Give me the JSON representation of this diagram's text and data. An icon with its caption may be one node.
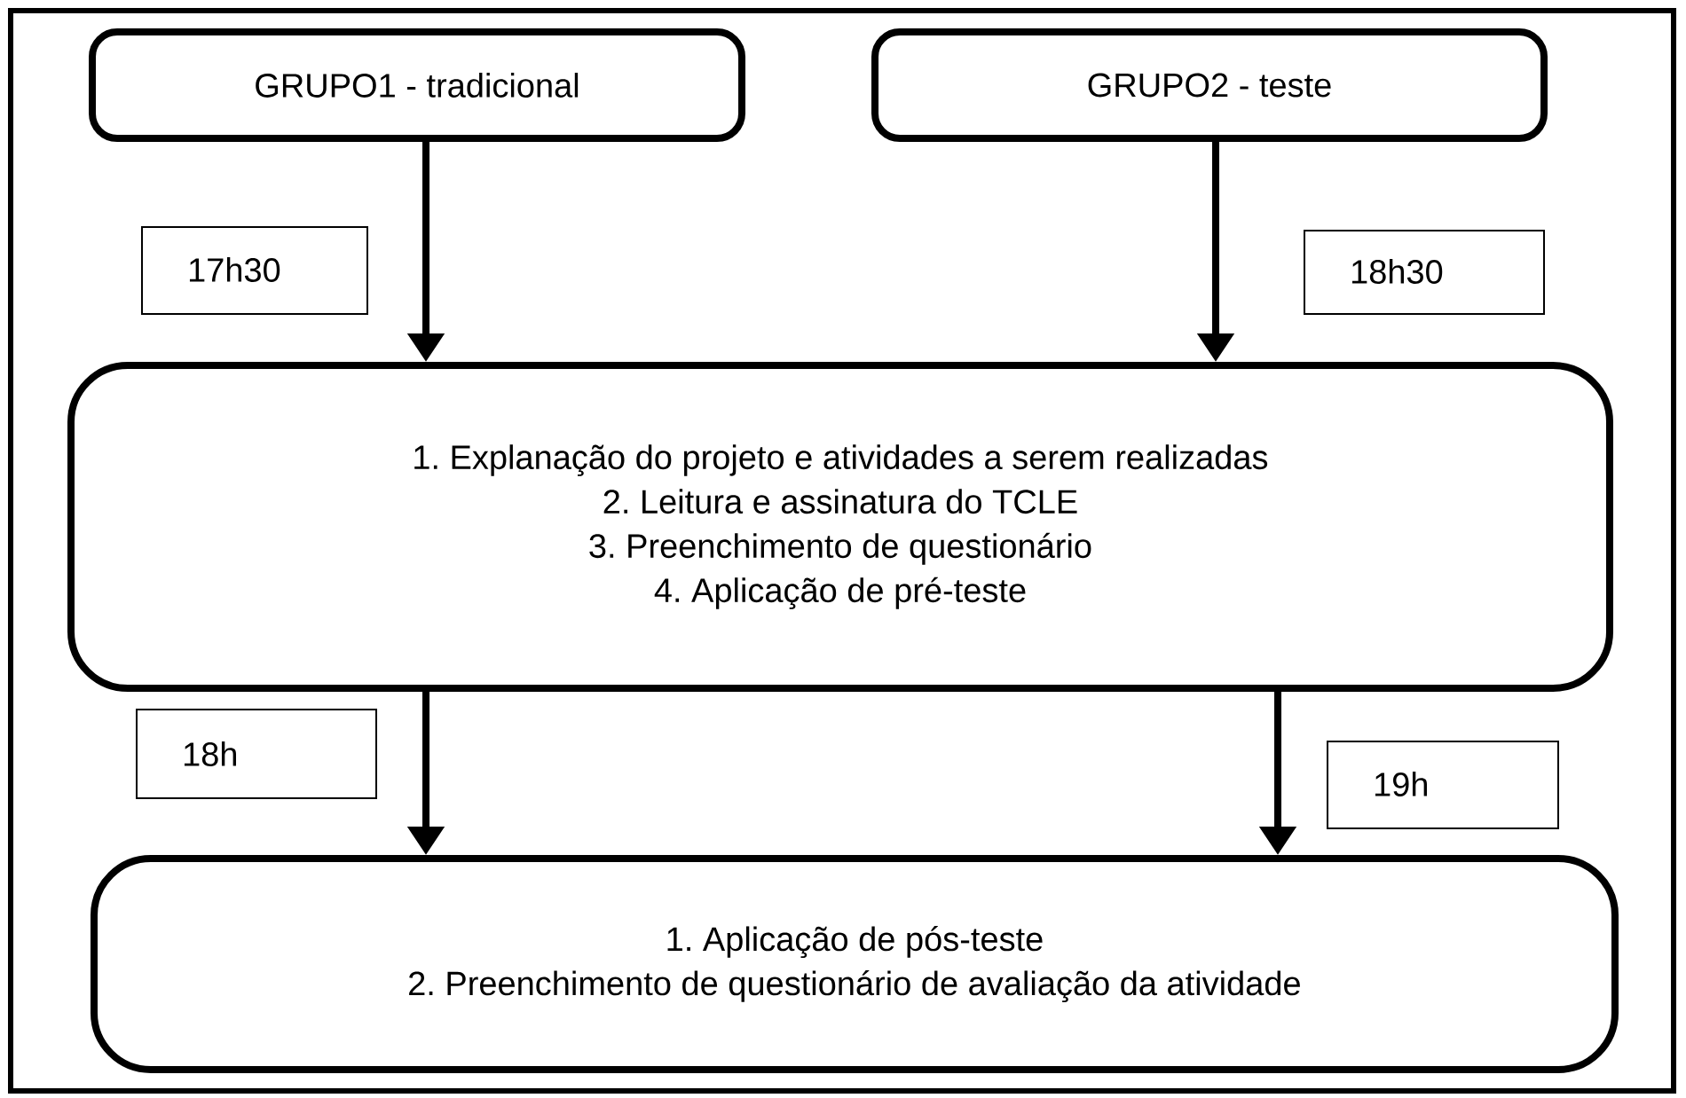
{
  "diagram": {
    "nodes": [
      {
        "text": [
          "GRUPO1 - tradicional"
        ]
      },
      {
        "text": [
          "GRUPO2 - teste"
        ]
      },
      {
        "text": [
          "1. Explanação do projeto e atividades a serem realizadas",
          "2. Leitura e assinatura do TCLE",
          "3. Preenchimento de questionário",
          "4. Aplicação de pré-teste"
        ]
      },
      {
        "text": [
          "1. Aplicação de pós-teste",
          "2. Preenchimento de questionário de avaliação da atividade"
        ]
      },
      {
        "text": [
          "17h30"
        ]
      },
      {
        "text": [
          "18h30"
        ]
      },
      {
        "text": [
          "18h"
        ]
      },
      {
        "text": [
          "19h"
        ]
      }
    ],
    "edges": [
      {
        "from": 0,
        "to": 2,
        "arrow": "to"
      },
      {
        "from": 1,
        "to": 2,
        "arrow": "to"
      },
      {
        "from": 2,
        "to": 3,
        "arrow": "to"
      },
      {
        "from": 2,
        "to": 3,
        "arrow": "to"
      }
    ]
  }
}
